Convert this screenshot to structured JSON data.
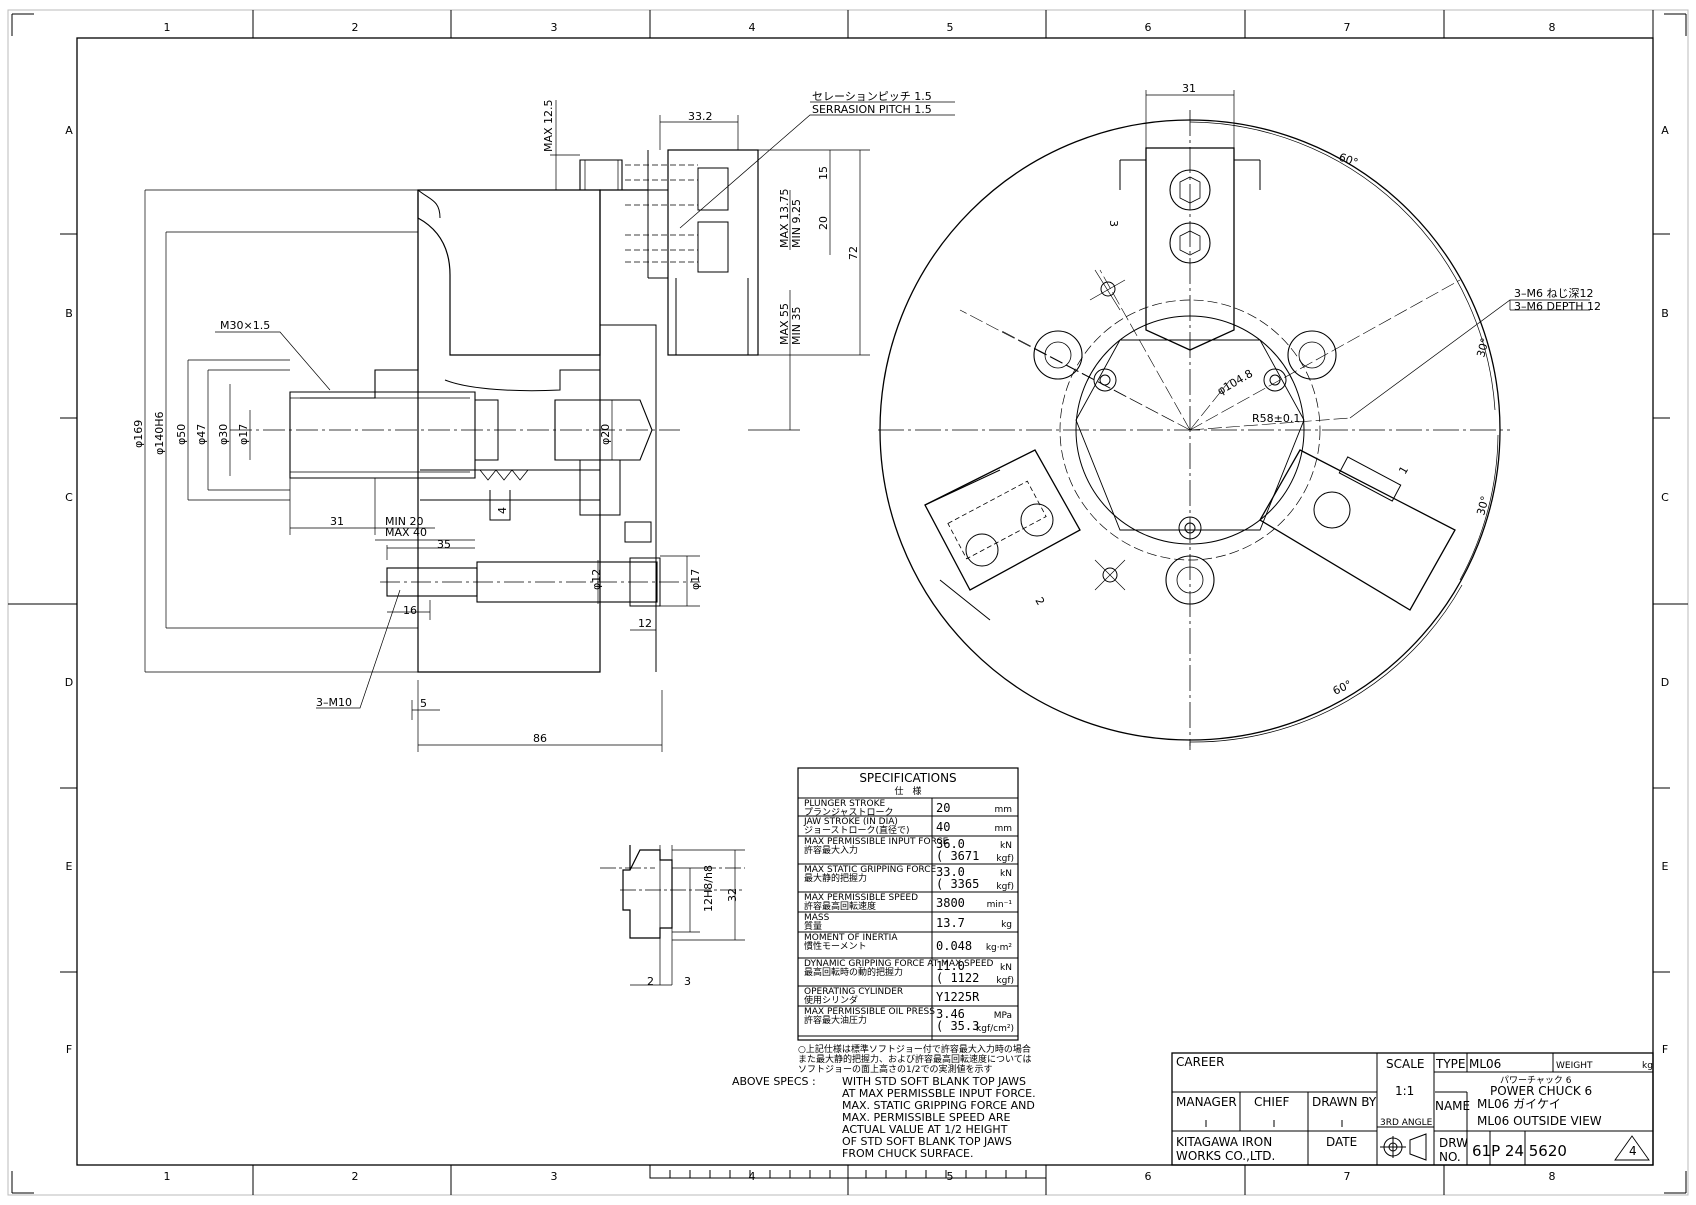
{
  "sheet": {
    "col_labels": [
      "1",
      "2",
      "3",
      "4",
      "5",
      "6",
      "7",
      "8"
    ],
    "row_labels": [
      "A",
      "B",
      "C",
      "D",
      "E",
      "F"
    ]
  },
  "side_view": {
    "dims": {
      "max_12_5": "MAX 12.5",
      "d33_2": "33.2",
      "d15": "15",
      "max_13_75": "MAX 13.75",
      "min_9_25": "MIN 9.25",
      "d20": "20",
      "d72": "72",
      "max_55": "MAX 55",
      "min_35": "MIN 35",
      "m30": "M30×1.5",
      "phi169": "φ169",
      "phi140": "φ140H6",
      "phi50": "φ50",
      "phi47": "φ47",
      "phi30": "φ30",
      "phi17": "φ17",
      "phi20": "φ20",
      "d31": "31",
      "min_20": "MIN 20",
      "max_40": "MAX 40",
      "d35": "35",
      "phi12": "φ12",
      "phi17b": "φ17",
      "d16": "16",
      "d12": "12",
      "m10": "3–M10",
      "d5": "5",
      "d86": "86",
      "d4": "4"
    },
    "serration_jp": "セレーションピッチ 1.5",
    "serration_en": "SERRASION PITCH 1.5"
  },
  "front_view": {
    "d31": "31",
    "a60_top": "60°",
    "a30_right": "30°",
    "a30_right2": "30°",
    "a60_bottom": "60°",
    "phi104": "φ104.8",
    "r58": "R58±0.1",
    "m6_jp": "3–M6 ねじ深12",
    "m6_en": "3–M6 DEPTH 12",
    "jaw1": "1",
    "jaw2": "2",
    "jaw3": "3"
  },
  "tslot_detail": {
    "d12h8": "12H8/h8",
    "d32": "32",
    "d2": "2",
    "d3": "3"
  },
  "specs": {
    "title": "SPECIFICATIONS",
    "title_jp": "仕　様",
    "rows": [
      {
        "label": "PLUNGER STROKE",
        "label_jp": "プランジャストローク",
        "value": "20",
        "value2": "",
        "unit": "mm",
        "unit2": ""
      },
      {
        "label": "JAW STROKE (IN DIA)",
        "label_jp": "ジョーストローク(直径で)",
        "value": "40",
        "value2": "",
        "unit": "mm",
        "unit2": ""
      },
      {
        "label": "MAX PERMISSIBLE INPUT FORCE",
        "label_jp": "許容最大入力",
        "value": "36.0",
        "value2": "( 3671",
        "unit": "kN",
        "unit2": "kgf)"
      },
      {
        "label": "MAX STATIC GRIPPING FORCE",
        "label_jp": "最大静的把握力",
        "value": "33.0",
        "value2": "( 3365",
        "unit": "kN",
        "unit2": "kgf)"
      },
      {
        "label": "MAX PERMISSIBLE SPEED",
        "label_jp": "許容最高回転速度",
        "value": "3800",
        "value2": "",
        "unit": "min⁻¹",
        "unit2": ""
      },
      {
        "label": "MASS",
        "label_jp": "質量",
        "value": "13.7",
        "value2": "",
        "unit": "kg",
        "unit2": ""
      },
      {
        "label": "MOMENT OF INERTIA",
        "label_jp": "慣性モーメント",
        "value": "0.048",
        "value2": "",
        "unit": "kg·m²",
        "unit2": ""
      },
      {
        "label": "DYNAMIC GRIPPING FORCE AT MAX SPEED",
        "label_jp": "最高回転時の動的把握力",
        "value": "11.0",
        "value2": "( 1122",
        "unit": "kN",
        "unit2": "kgf)"
      },
      {
        "label": "OPERATING CYLINDER",
        "label_jp": "使用シリンダ",
        "value": "Y1225R",
        "value2": "",
        "unit": "",
        "unit2": ""
      },
      {
        "label": "MAX PERMISSIBLE OIL PRESS",
        "label_jp": "許容最大油圧力",
        "value": "3.46",
        "value2": "( 35.3",
        "unit": "MPa",
        "unit2": "kgf/cm²)"
      }
    ],
    "note_jp": [
      "○上記仕様は標準ソフトジョー付で許容最大入力時の場合",
      "  また最大静的把握力、および許容最高回転速度については",
      "  ソフトジョーの面上高さの1/2での実測値を示す"
    ],
    "note_en_lead": "ABOVE SPECS :",
    "note_en": [
      "WITH STD SOFT BLANK TOP JAWS",
      "AT MAX PERMISSBLE INPUT FORCE.",
      "MAX. STATIC GRIPPING FORCE AND",
      "MAX. PERMISSIBLE SPEED ARE",
      "ACTUAL VALUE AT 1/2 HEIGHT",
      "OF STD SOFT BLANK TOP JAWS",
      "FROM CHUCK SURFACE."
    ]
  },
  "title_block": {
    "career": "CAREER",
    "scale_label": "SCALE",
    "scale": "1:1",
    "type_label": "TYPE",
    "type": "ML06",
    "weight_label": "WEIGHT",
    "weight_unit": "kg",
    "name_jp": "パワーチャック 6",
    "name_en": "POWER CHUCK 6",
    "manager": "MANAGER",
    "chief": "CHIEF",
    "drawn_by": "DRAWN BY",
    "name_label": "NAME",
    "name2_jp": "ML06 ガイケイ",
    "name2_en": "ML06 OUTSIDE VIEW",
    "angle": "3RD ANGLE",
    "company1": "KITAGAWA IRON",
    "company2": "WORKS CO.,LTD.",
    "date": "DATE",
    "drw": "DRW",
    "no": "NO.",
    "drawing_no": "61P 24 5620",
    "rev": "4"
  }
}
